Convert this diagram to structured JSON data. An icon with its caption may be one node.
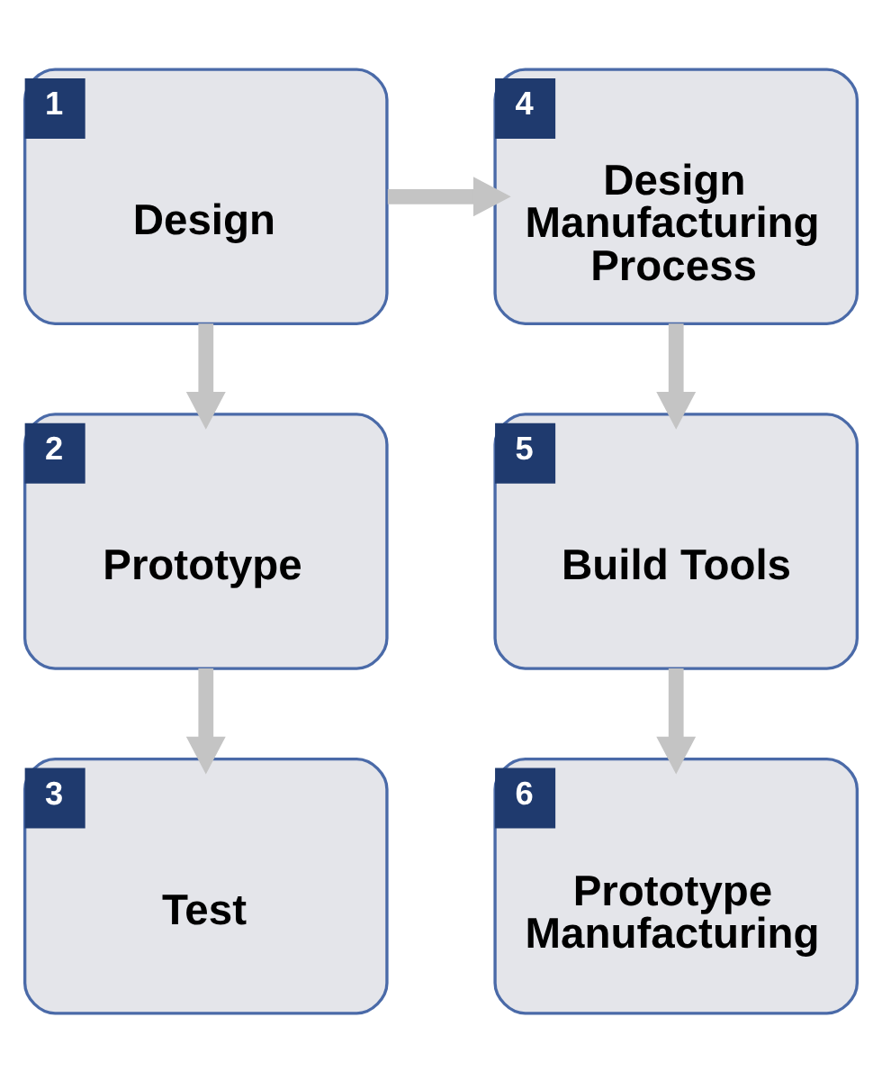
{
  "diagram": {
    "nodes": [
      {
        "text": [
          "1",
          "Design"
        ]
      },
      {
        "text": [
          "2",
          "Prototype"
        ]
      },
      {
        "text": [
          "3",
          "Test"
        ]
      },
      {
        "text": [
          "4",
          "Design Manufacturing Process"
        ]
      },
      {
        "text": [
          "5",
          "Build Tools"
        ]
      },
      {
        "text": [
          "6",
          "Prototype Manufacturing"
        ]
      }
    ],
    "edges": [
      {
        "from": 0,
        "to": 1,
        "arrow": "to"
      },
      {
        "from": 0,
        "to": 3,
        "arrow": "to"
      },
      {
        "from": 3,
        "to": 4,
        "arrow": "to"
      },
      {
        "from": 1,
        "to": 2,
        "arrow": "to"
      },
      {
        "from": 4,
        "to": 5,
        "arrow": "to"
      }
    ]
  }
}
